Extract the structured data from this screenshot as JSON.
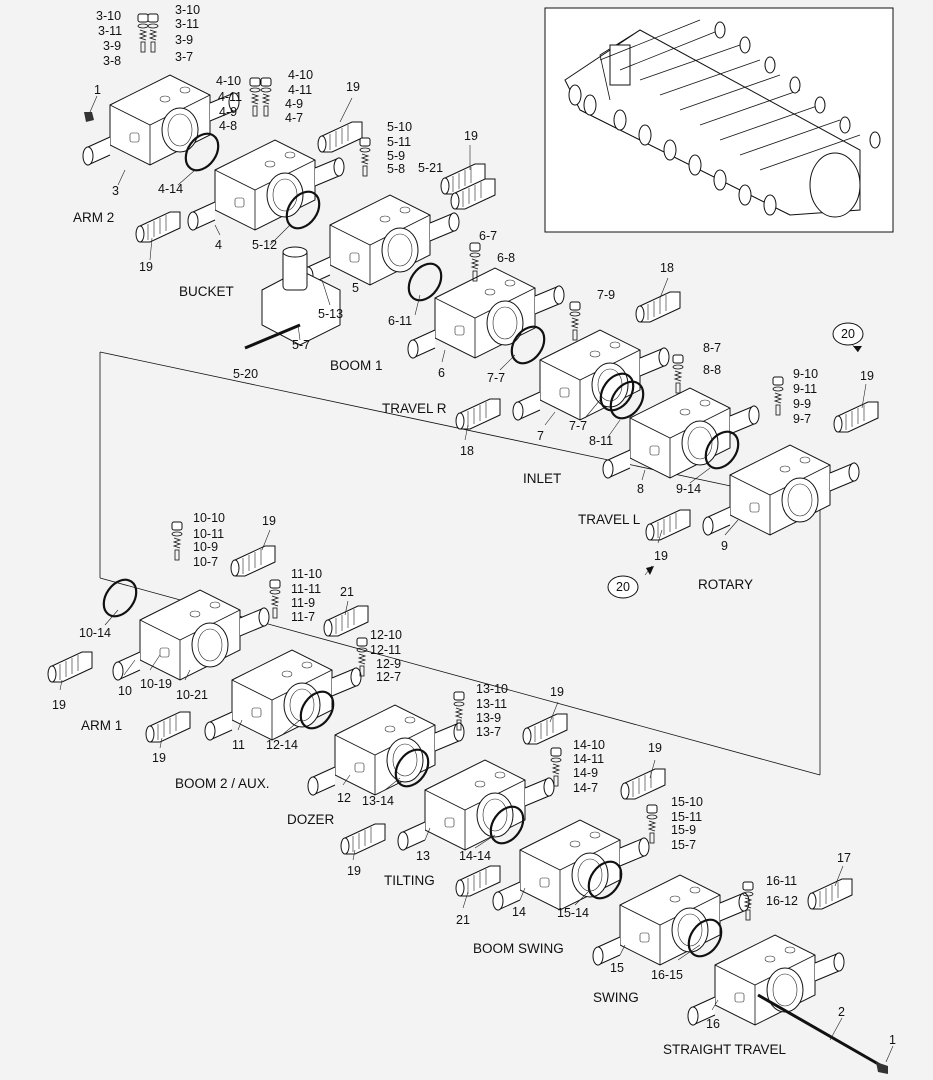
{
  "section_labels": {
    "arm2": "ARM 2",
    "bucket": "BUCKET",
    "boom1": "BOOM 1",
    "travel_r": "TRAVEL R",
    "inlet": "INLET",
    "travel_l": "TRAVEL L",
    "rotary": "ROTARY",
    "arm1": "ARM 1",
    "boom2_aux": "BOOM 2 / AUX.",
    "dozer": "DOZER",
    "tilting": "TILTING",
    "boom_swing": "BOOM SWING",
    "swing": "SWING",
    "straight_travel": "STRAIGHT TRAVEL"
  },
  "callouts": [
    {
      "id": "c1",
      "text": "3-10"
    },
    {
      "id": "c2",
      "text": "3-10"
    },
    {
      "id": "c3",
      "text": "3-11"
    },
    {
      "id": "c4",
      "text": "3-11"
    },
    {
      "id": "c5",
      "text": "3-9"
    },
    {
      "id": "c6",
      "text": "3-9"
    },
    {
      "id": "c7",
      "text": "3-8"
    },
    {
      "id": "c8",
      "text": "3-7"
    },
    {
      "id": "c9",
      "text": "1"
    },
    {
      "id": "c10",
      "text": "3"
    },
    {
      "id": "c11",
      "text": "4-14"
    },
    {
      "id": "c12",
      "text": "4-10"
    },
    {
      "id": "c13",
      "text": "4-10"
    },
    {
      "id": "c14",
      "text": "4-11"
    },
    {
      "id": "c15",
      "text": "4-11"
    },
    {
      "id": "c16",
      "text": "4-9"
    },
    {
      "id": "c17",
      "text": "4-9"
    },
    {
      "id": "c18",
      "text": "4-8"
    },
    {
      "id": "c19",
      "text": "4-7"
    },
    {
      "id": "c20",
      "text": "19"
    },
    {
      "id": "c21",
      "text": "4"
    },
    {
      "id": "c22",
      "text": "19"
    },
    {
      "id": "c23",
      "text": "5-10"
    },
    {
      "id": "c24",
      "text": "5-11"
    },
    {
      "id": "c25",
      "text": "5-9"
    },
    {
      "id": "c26",
      "text": "5-8"
    },
    {
      "id": "c27",
      "text": "5-21"
    },
    {
      "id": "c28",
      "text": "19"
    },
    {
      "id": "c29",
      "text": "5-12"
    },
    {
      "id": "c30",
      "text": "5-13"
    },
    {
      "id": "c31",
      "text": "5"
    },
    {
      "id": "c32",
      "text": "5-7"
    },
    {
      "id": "c33",
      "text": "5-20"
    },
    {
      "id": "c34",
      "text": "6-7"
    },
    {
      "id": "c35",
      "text": "6-8"
    },
    {
      "id": "c36",
      "text": "6-11"
    },
    {
      "id": "c37",
      "text": "6"
    },
    {
      "id": "c38",
      "text": "18"
    },
    {
      "id": "c39",
      "text": "7-9"
    },
    {
      "id": "c40",
      "text": "7-7"
    },
    {
      "id": "c41",
      "text": "7-7"
    },
    {
      "id": "c42",
      "text": "7"
    },
    {
      "id": "c43",
      "text": "18"
    },
    {
      "id": "c44",
      "text": "8-7"
    },
    {
      "id": "c45",
      "text": "8-8"
    },
    {
      "id": "c46",
      "text": "8-11"
    },
    {
      "id": "c47",
      "text": "8"
    },
    {
      "id": "c48",
      "text": "20"
    },
    {
      "id": "c49",
      "text": "19"
    },
    {
      "id": "c50",
      "text": "9-10"
    },
    {
      "id": "c51",
      "text": "9-11"
    },
    {
      "id": "c52",
      "text": "9-9"
    },
    {
      "id": "c53",
      "text": "9-7"
    },
    {
      "id": "c54",
      "text": "9-14"
    },
    {
      "id": "c55",
      "text": "9"
    },
    {
      "id": "c56",
      "text": "19"
    },
    {
      "id": "c57",
      "text": "20"
    },
    {
      "id": "c58",
      "text": "10-10"
    },
    {
      "id": "c59",
      "text": "10-11"
    },
    {
      "id": "c60",
      "text": "10-9"
    },
    {
      "id": "c61",
      "text": "10-7"
    },
    {
      "id": "c62",
      "text": "19"
    },
    {
      "id": "c63",
      "text": "10-14"
    },
    {
      "id": "c64",
      "text": "10"
    },
    {
      "id": "c65",
      "text": "10-19"
    },
    {
      "id": "c66",
      "text": "10-21"
    },
    {
      "id": "c67",
      "text": "19"
    },
    {
      "id": "c68",
      "text": "11-10"
    },
    {
      "id": "c69",
      "text": "11-11"
    },
    {
      "id": "c70",
      "text": "11-9"
    },
    {
      "id": "c71",
      "text": "11-7"
    },
    {
      "id": "c72",
      "text": "21"
    },
    {
      "id": "c73",
      "text": "11"
    },
    {
      "id": "c74",
      "text": "12-14"
    },
    {
      "id": "c75",
      "text": "19"
    },
    {
      "id": "c76",
      "text": "12-10"
    },
    {
      "id": "c77",
      "text": "12-11"
    },
    {
      "id": "c78",
      "text": "12-9"
    },
    {
      "id": "c79",
      "text": "12-7"
    },
    {
      "id": "c80",
      "text": "12"
    },
    {
      "id": "c81",
      "text": "13-14"
    },
    {
      "id": "c82",
      "text": "13-10"
    },
    {
      "id": "c83",
      "text": "13-11"
    },
    {
      "id": "c84",
      "text": "13-9"
    },
    {
      "id": "c85",
      "text": "13-7"
    },
    {
      "id": "c86",
      "text": "19"
    },
    {
      "id": "c87",
      "text": "13"
    },
    {
      "id": "c88",
      "text": "19"
    },
    {
      "id": "c89",
      "text": "14-10"
    },
    {
      "id": "c90",
      "text": "14-11"
    },
    {
      "id": "c91",
      "text": "14-9"
    },
    {
      "id": "c92",
      "text": "14-7"
    },
    {
      "id": "c93",
      "text": "19"
    },
    {
      "id": "c94",
      "text": "14-14"
    },
    {
      "id": "c95",
      "text": "14"
    },
    {
      "id": "c96",
      "text": "21"
    },
    {
      "id": "c97",
      "text": "15-10"
    },
    {
      "id": "c98",
      "text": "15-11"
    },
    {
      "id": "c99",
      "text": "15-9"
    },
    {
      "id": "c100",
      "text": "15-7"
    },
    {
      "id": "c101",
      "text": "15-14"
    },
    {
      "id": "c102",
      "text": "15"
    },
    {
      "id": "c103",
      "text": "17"
    },
    {
      "id": "c104",
      "text": "16-11"
    },
    {
      "id": "c105",
      "text": "16-12"
    },
    {
      "id": "c106",
      "text": "16-15"
    },
    {
      "id": "c107",
      "text": "16"
    },
    {
      "id": "c108",
      "text": "2"
    },
    {
      "id": "c109",
      "text": "1"
    }
  ]
}
